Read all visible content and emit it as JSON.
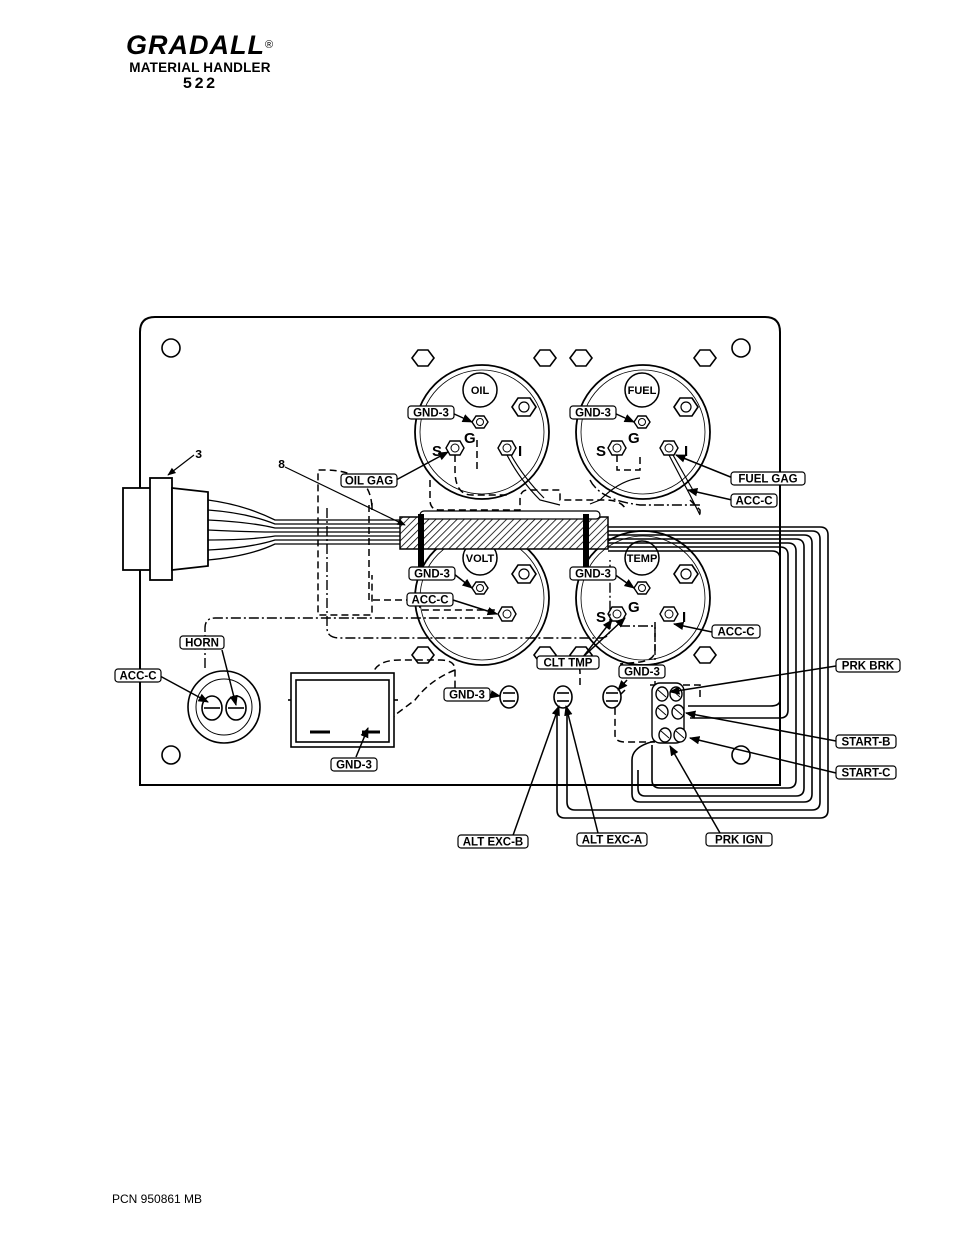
{
  "header": {
    "brand": "GRADALL",
    "registered": "®",
    "subtitle": "MATERIAL HANDLER",
    "model": "522"
  },
  "footer": {
    "pcn": "PCN 950861 MB"
  },
  "gauges": {
    "oil": "OIL",
    "fuel": "FUEL",
    "volt": "VOLT",
    "temp": "TEMP"
  },
  "terminals": {
    "s": "S",
    "g": "G",
    "i": "I"
  },
  "callouts": {
    "harness": "3",
    "sleeve": "8"
  },
  "labels": {
    "gnd3_oil": "GND-3",
    "gnd3_fuel": "GND-3",
    "gnd3_volt": "GND-3",
    "gnd3_temp": "GND-3",
    "oil_gag": "OIL GAG",
    "fuel_gag": "FUEL GAG",
    "acc_c_fuel": "ACC-C",
    "acc_c_volt": "ACC-C",
    "acc_c_temp": "ACC-C",
    "acc_c_horn": "ACC-C",
    "horn": "HORN",
    "clt_tmp": "CLT TMP",
    "gnd3_switch": "GND-3",
    "gnd3_mid": "GND-3",
    "gnd3_box": "GND-3",
    "prk_brk": "PRK BRK",
    "start_b": "START-B",
    "start_c": "START-C",
    "alt_exc_b": "ALT EXC-B",
    "alt_exc_a": "ALT EXC-A",
    "prk_ign": "PRK IGN"
  }
}
